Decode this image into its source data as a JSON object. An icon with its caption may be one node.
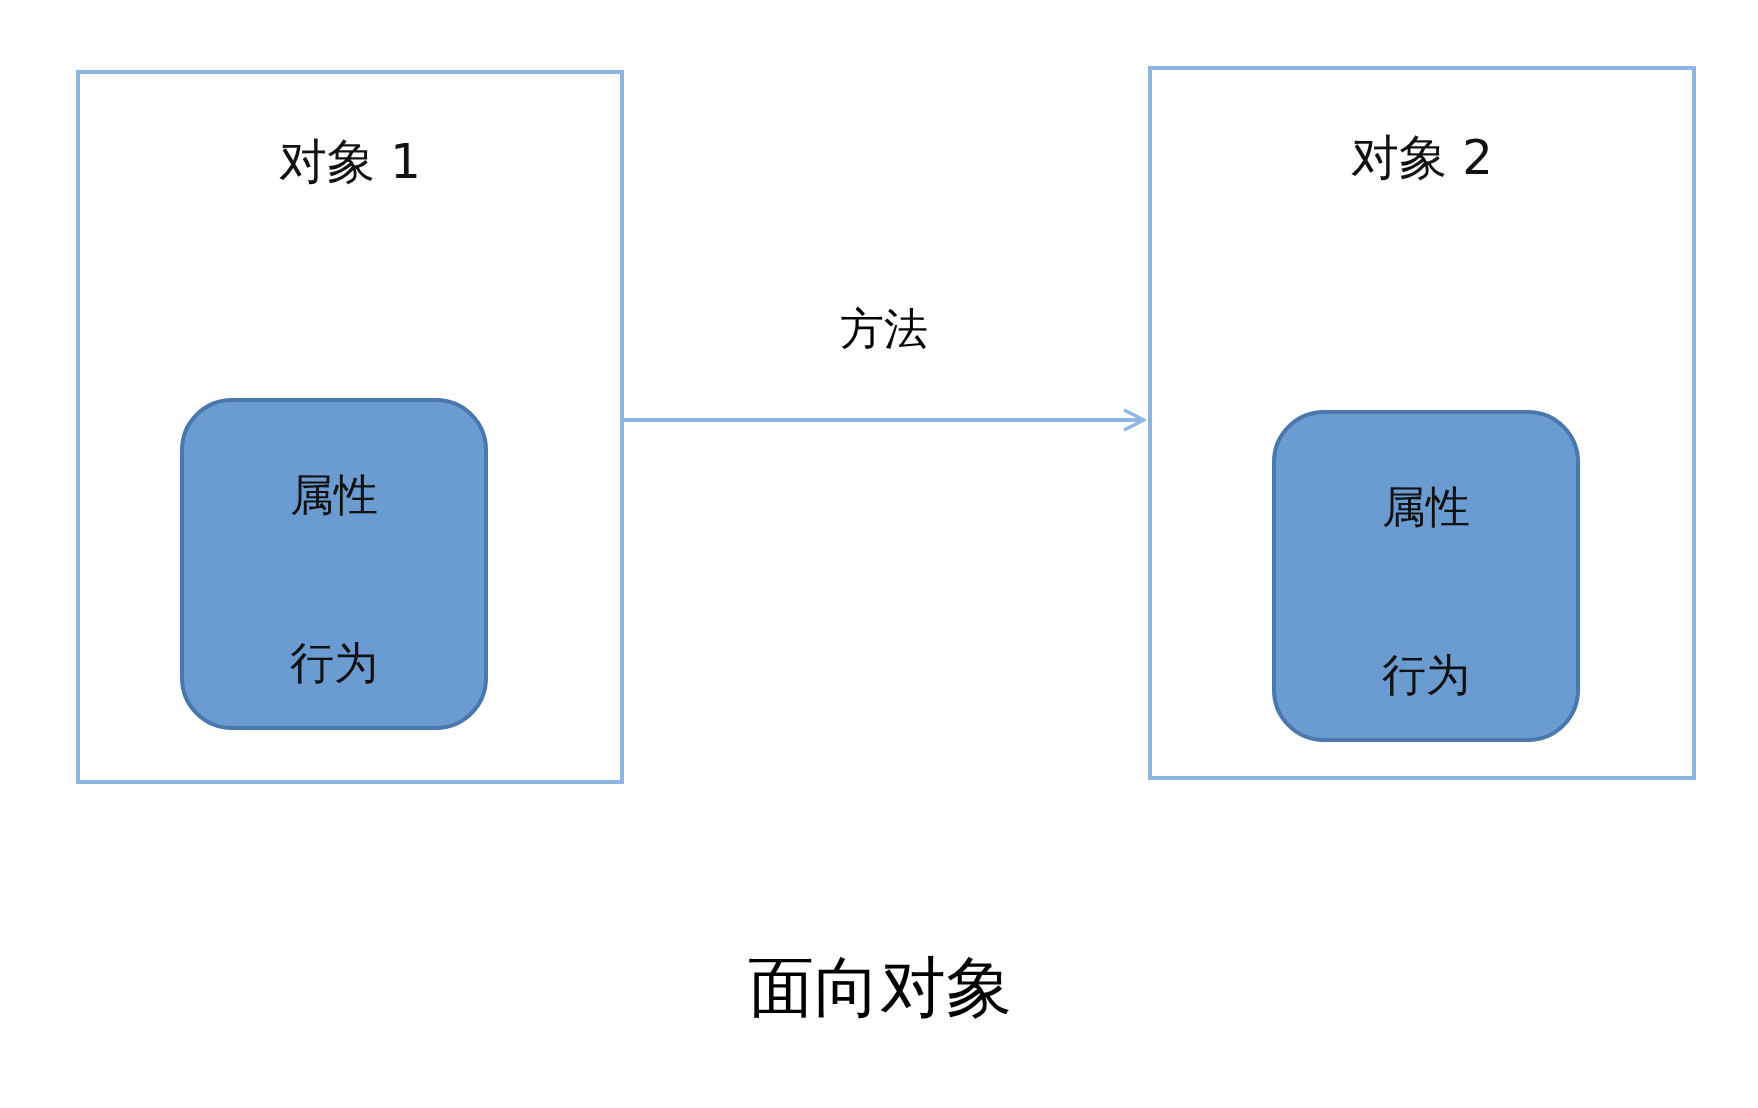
{
  "diagram": {
    "caption": "面向对象",
    "nodes": [
      {
        "text": [
          "对象 1"
        ]
      },
      {
        "text": [
          "属性",
          "行为"
        ],
        "in": 0
      },
      {
        "text": [
          "对象 2"
        ]
      },
      {
        "text": [
          "属性",
          "行为"
        ],
        "in": 2
      }
    ],
    "edges": [
      {
        "from": 0,
        "to": 2,
        "arrow": "to",
        "label": "方法"
      }
    ]
  }
}
